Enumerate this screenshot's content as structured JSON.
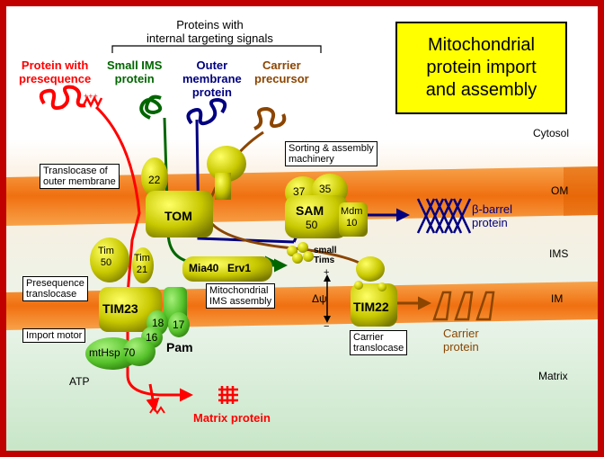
{
  "title": "Mitochondrial\nprotein import\nand assembly",
  "header": {
    "internal_signals": "Proteins with\ninternal targeting signals"
  },
  "precursors": {
    "presequence": "Protein with\npresequence",
    "small_ims": "Small IMS\nprotein",
    "outer_membrane": "Outer\nmembrane\nprotein",
    "carrier": "Carrier\nprecursor"
  },
  "compartments": {
    "cytosol": "Cytosol",
    "om": "OM",
    "ims": "IMS",
    "im": "IM",
    "matrix": "Matrix"
  },
  "boxes": {
    "tom_label": "Translocase of\nouter membrane",
    "sam_label": "Sorting & assembly\nmachinery",
    "presequence_translocase": "Presequence\ntranslocase",
    "import_motor": "Import motor",
    "mia_label": "Mitochondrial\nIMS assembly",
    "carrier_translocase": "Carrier\ntranslocase"
  },
  "complexes": {
    "tom": "TOM",
    "tom22": "22",
    "sam": "SAM",
    "sam37": "37",
    "sam35": "35",
    "sam50": "50",
    "mdm": "Mdm\n10",
    "tim50": "Tim\n50",
    "tim21": "Tim\n21",
    "tim23": "TIM23",
    "pam18": "18",
    "pam17": "17",
    "pam16": "16",
    "pam": "Pam",
    "mthsp70": "mtHsp 70",
    "mia40": "Mia40",
    "erv1": "Erv1",
    "small_tims": "small\nTims",
    "tim22": "TIM22",
    "membrane_potential": "Δψ"
  },
  "products": {
    "beta_barrel": "β-barrel\nprotein",
    "carrier_protein": "Carrier\nprotein",
    "matrix_protein": "Matrix protein"
  },
  "misc": {
    "atp": "ATP",
    "plus": "+",
    "minus": "−",
    "charges": "+++"
  },
  "colors": {
    "presequence": "#ff0000",
    "small_ims": "#006600",
    "outer_membrane": "#000080",
    "carrier": "#8b4500",
    "membrane": "#f58220",
    "complex": "#c8c800",
    "title_bg": "#ffff00"
  }
}
